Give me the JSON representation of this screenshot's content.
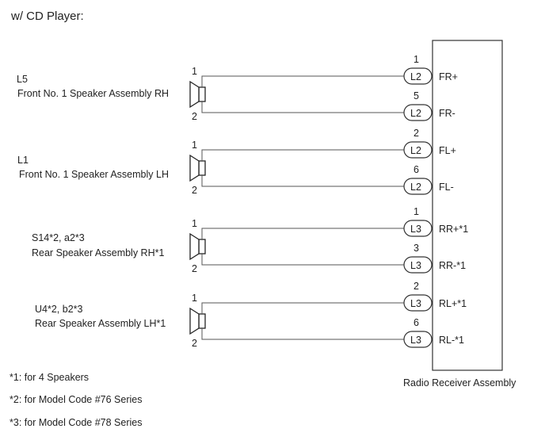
{
  "header": {
    "title": "w/ CD Player:"
  },
  "receiver": {
    "label": "Radio Receiver Assembly"
  },
  "speakers": [
    {
      "code": "L5",
      "name": "Front No. 1 Speaker Assembly RH",
      "pins": [
        {
          "speaker_pin": "1",
          "connector": "L2",
          "connector_pin": "1",
          "signal": "FR+"
        },
        {
          "speaker_pin": "2",
          "connector": "L2",
          "connector_pin": "5",
          "signal": "FR-"
        }
      ]
    },
    {
      "code": "L1",
      "name": "Front No. 1 Speaker Assembly LH",
      "pins": [
        {
          "speaker_pin": "1",
          "connector": "L2",
          "connector_pin": "2",
          "signal": "FL+"
        },
        {
          "speaker_pin": "2",
          "connector": "L2",
          "connector_pin": "6",
          "signal": "FL-"
        }
      ]
    },
    {
      "code": "S14*2, a2*3",
      "name": "Rear Speaker Assembly RH*1",
      "pins": [
        {
          "speaker_pin": "1",
          "connector": "L3",
          "connector_pin": "1",
          "signal": "RR+*1"
        },
        {
          "speaker_pin": "2",
          "connector": "L3",
          "connector_pin": "3",
          "signal": "RR-*1"
        }
      ]
    },
    {
      "code": "U4*2, b2*3",
      "name": "Rear Speaker Assembly LH*1",
      "pins": [
        {
          "speaker_pin": "1",
          "connector": "L3",
          "connector_pin": "2",
          "signal": "RL+*1"
        },
        {
          "speaker_pin": "2",
          "connector": "L3",
          "connector_pin": "6",
          "signal": "RL-*1"
        }
      ]
    }
  ],
  "notes": [
    "*1: for 4 Speakers",
    "*2: for Model Code #76 Series",
    "*3: for Model Code #78 Series"
  ]
}
